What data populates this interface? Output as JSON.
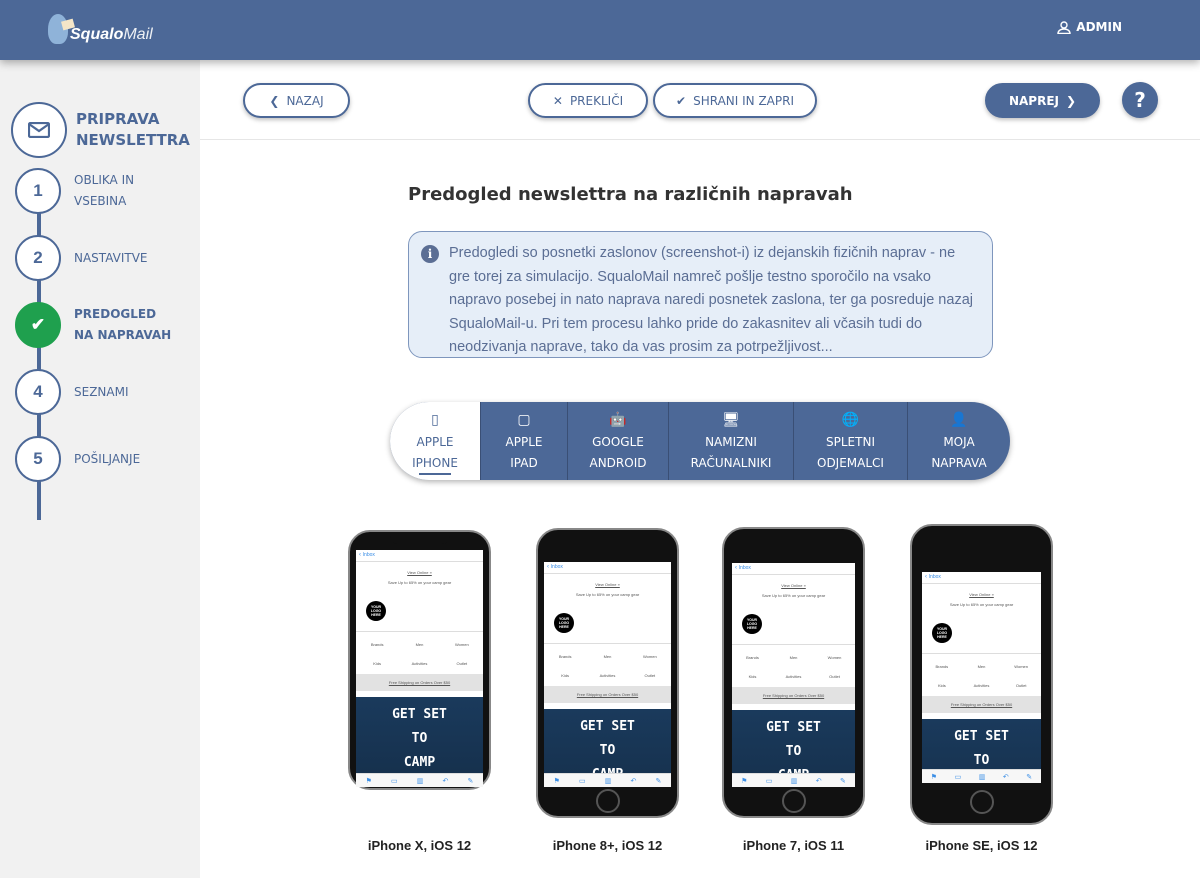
{
  "header": {
    "logo_text": "SqualoMail",
    "logo_bold": "Squalo",
    "logo_light": "Mail",
    "user_label": "ADMIN"
  },
  "sidebar": {
    "title": "PRIPRAVA NEWSLETTRA",
    "steps": [
      {
        "num": "1",
        "label": "OBLIKA IN VSEBINA"
      },
      {
        "num": "2",
        "label": "NASTAVITVE"
      },
      {
        "num": "✔",
        "label": "PREDOGLED NA NAPRAVAH",
        "state": "done"
      },
      {
        "num": "4",
        "label": "SEZNAMI"
      },
      {
        "num": "5",
        "label": "POŠILJANJE"
      }
    ]
  },
  "toolbar": {
    "back": "NAZAJ",
    "cancel": "PREKLIČI",
    "save_close": "SHRANI IN ZAPRI",
    "next": "NAPREJ",
    "help": "?"
  },
  "main": {
    "title": "Predogled newslettra na različnih napravah",
    "info": "Predogledi so posnetki zaslonov (screenshot-i) iz dejanskih fizičnih naprav - ne gre torej za simulacijo. SqualoMail namreč pošlje testno sporočilo na vsako napravo posebej in nato naprava naredi posnetek zaslona, ter ga posreduje nazaj SqualoMail-u. Pri tem procesu lahko pride do zakasnitev ali včasih tudi do neodzivanja naprave, tako da vas prosim za potrpežljivost...",
    "tabs": [
      {
        "l1": "APPLE",
        "l2": "IPHONE",
        "icon": "▯",
        "active": true
      },
      {
        "l1": "APPLE",
        "l2": "IPAD",
        "icon": "▢"
      },
      {
        "l1": "GOOGLE",
        "l2": "ANDROID",
        "icon": "🤖"
      },
      {
        "l1": "NAMIZNI",
        "l2": "RAČUNALNIKI",
        "icon": "🖥"
      },
      {
        "l1": "SPLETNI",
        "l2": "ODJEMALCI",
        "icon": "🌐"
      },
      {
        "l1": "MOJA",
        "l2": "NAPRAVA",
        "icon": "👤"
      }
    ],
    "email": {
      "inbox": "Inbox",
      "view_online": "View Online »",
      "save": "Save Up to 65% on your camp gear",
      "logo": "YOUR LOGO HERE",
      "nav": [
        "Brands",
        "Men",
        "Women",
        "Kids",
        "Activities",
        "Outlet"
      ],
      "shipping": "Free Shipping on Orders Over $50",
      "hero": [
        "GET SET",
        "TO",
        "CAMP"
      ]
    },
    "devices": [
      {
        "name": "iPhone X, iOS 12"
      },
      {
        "name": "iPhone 8+, iOS 12"
      },
      {
        "name": "iPhone 7, iOS 11"
      },
      {
        "name": "iPhone SE, iOS 12"
      }
    ]
  }
}
